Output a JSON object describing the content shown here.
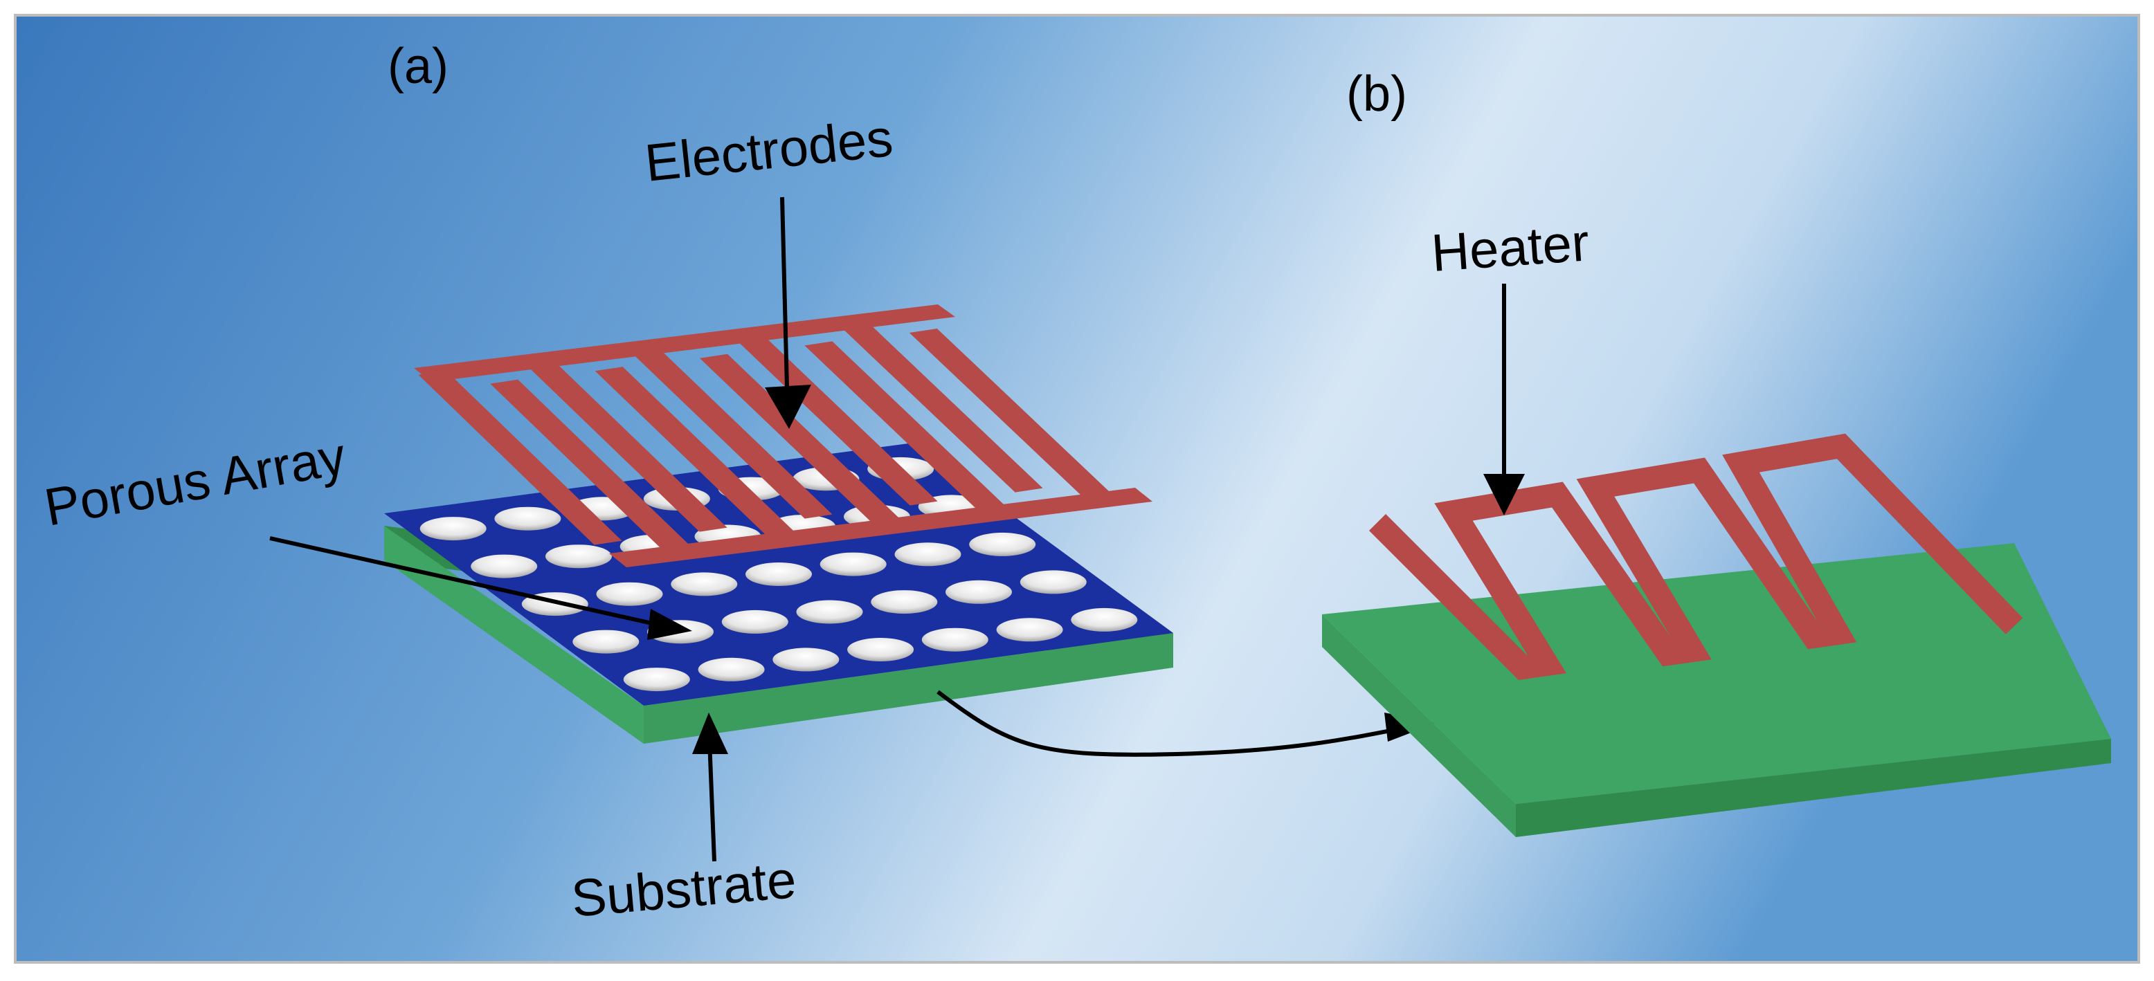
{
  "panels": {
    "a": {
      "label": "(a)"
    },
    "b": {
      "label": "(b)"
    }
  },
  "labels": {
    "electrodes": "Electrodes",
    "porous_array": "Porous Array",
    "substrate": "Substrate",
    "heater": "Heater"
  },
  "colors": {
    "background_dark": "#3f7fc0",
    "background_light": "#dfeaf6",
    "metal_red": "#b54a49",
    "porous_blue": "#1a2fa0",
    "substrate_green": "#3fa564",
    "substrate_green_dark": "#2e8048",
    "pore_white": "#f2f2f2",
    "frame": "#bdbdbd"
  }
}
